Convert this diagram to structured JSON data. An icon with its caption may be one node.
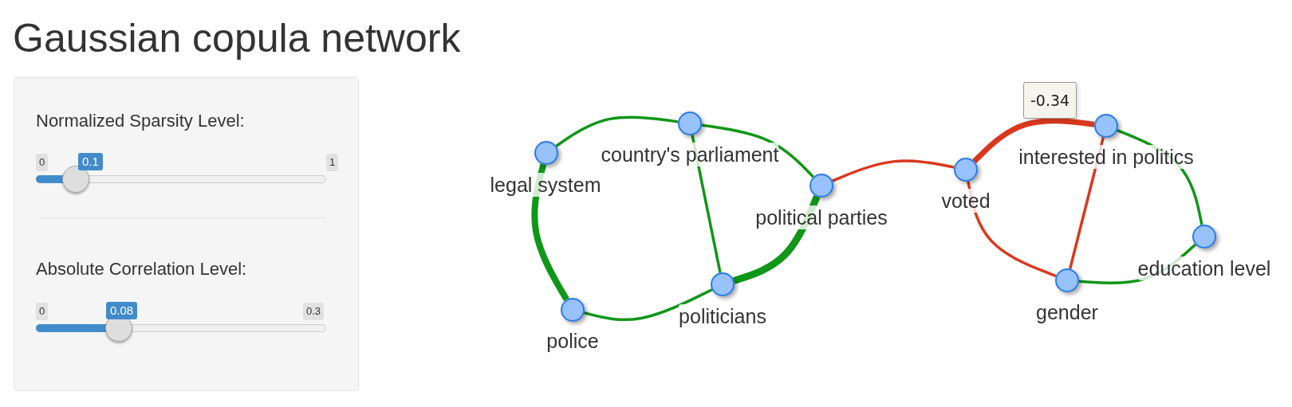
{
  "diagram": {
    "title": "Gaussian copula network",
    "nodes": [
      {
        "text": [
          "legal system"
        ]
      },
      {
        "text": [
          "country's parliament"
        ]
      },
      {
        "text": [
          "political parties"
        ]
      },
      {
        "text": [
          "politicians"
        ]
      },
      {
        "text": [
          "police"
        ]
      },
      {
        "text": [
          "voted"
        ]
      },
      {
        "text": [
          "interested in politics"
        ]
      },
      {
        "text": [
          "education level"
        ]
      },
      {
        "text": [
          "gender"
        ]
      }
    ],
    "edges": [
      {
        "from": 0,
        "to": 1,
        "arrow": "none"
      },
      {
        "from": 0,
        "to": 4,
        "arrow": "none",
        "style": "thick"
      },
      {
        "from": 1,
        "to": 3,
        "arrow": "none"
      },
      {
        "from": 1,
        "to": 2,
        "arrow": "none"
      },
      {
        "from": 2,
        "to": 3,
        "arrow": "none",
        "style": "thick"
      },
      {
        "from": 4,
        "to": 3,
        "arrow": "none"
      },
      {
        "from": 2,
        "to": 5,
        "arrow": "none",
        "color": "#d9381e"
      },
      {
        "from": 5,
        "to": 6,
        "arrow": "none",
        "style": "thick",
        "color": "#d9381e",
        "label": "-0.34"
      },
      {
        "from": 5,
        "to": 8,
        "arrow": "none",
        "color": "#d9381e"
      },
      {
        "from": 6,
        "to": 8,
        "arrow": "none",
        "color": "#d9381e"
      },
      {
        "from": 6,
        "to": 7,
        "arrow": "none"
      },
      {
        "from": 8,
        "to": 7,
        "arrow": "none"
      }
    ],
    "labels": [
      "Normalized Sparsity Level:",
      "0",
      "0.1",
      "1",
      "Absolute Correlation Level:",
      "0",
      "0.08",
      "0.3"
    ]
  }
}
